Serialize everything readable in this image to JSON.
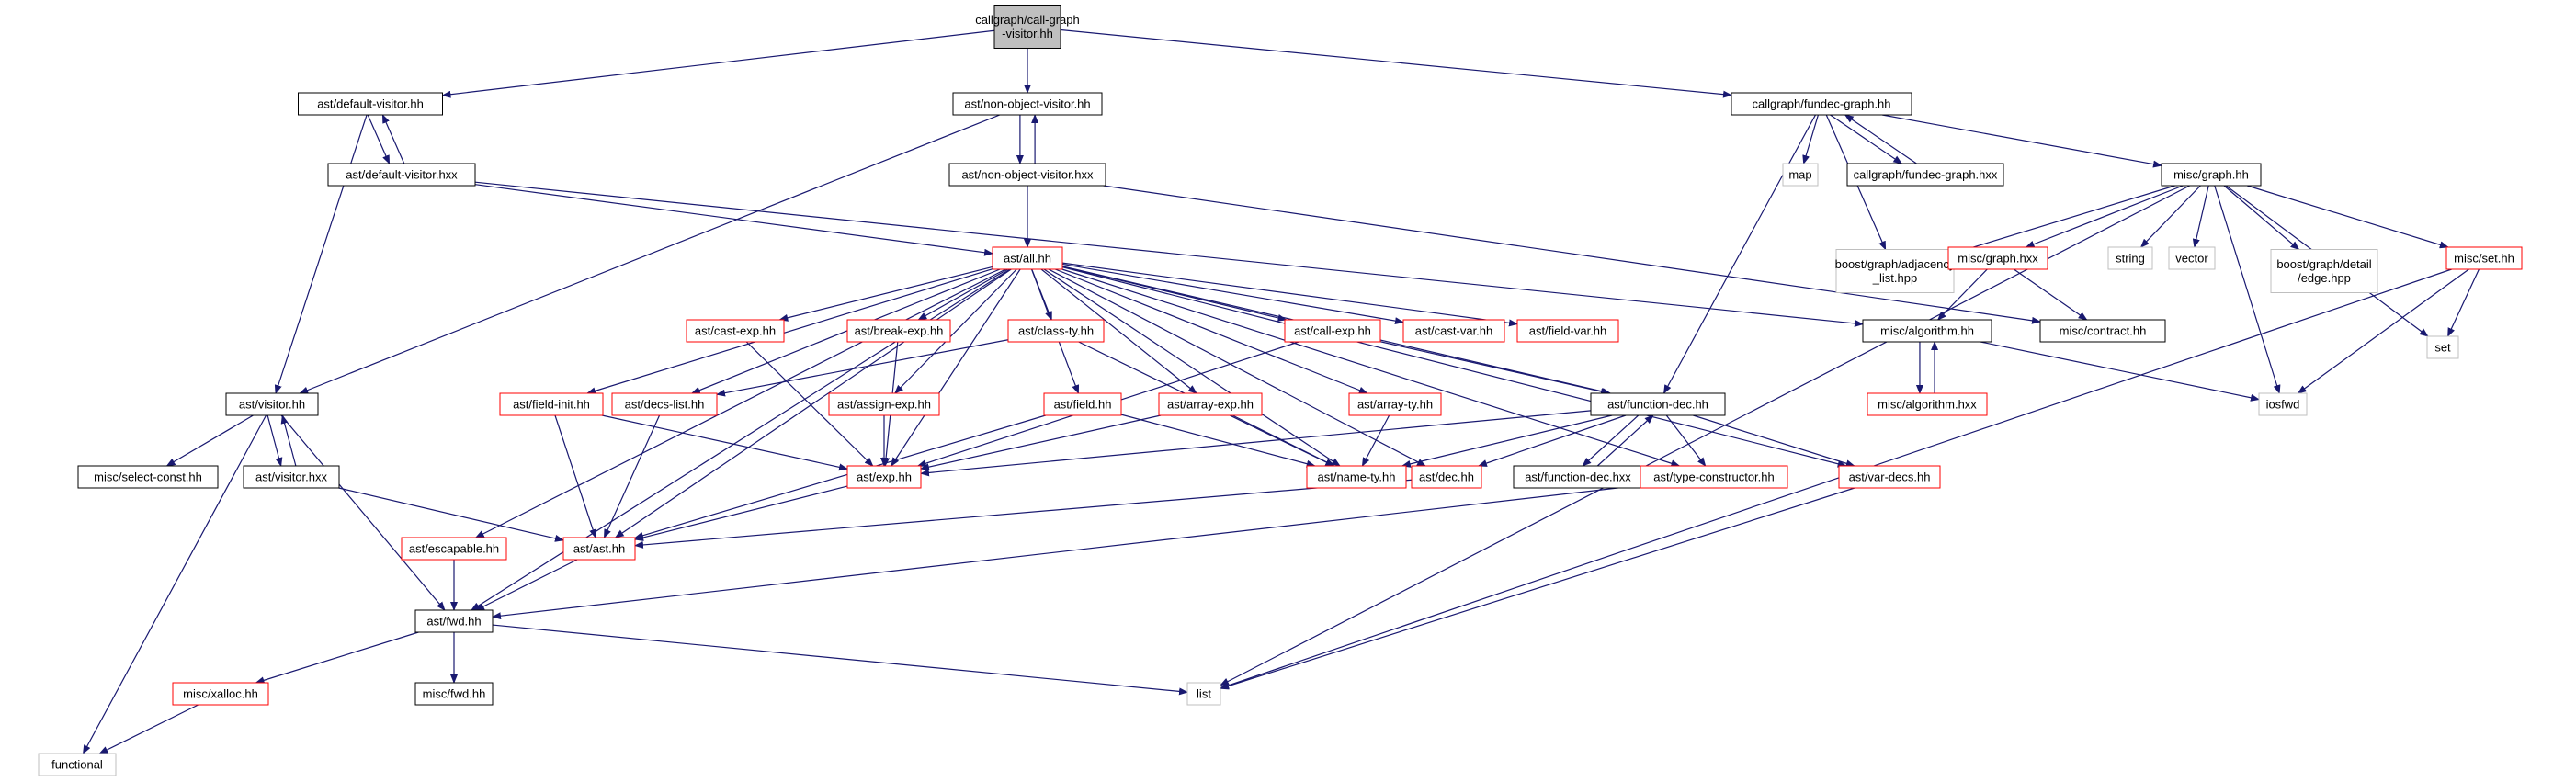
{
  "graph": {
    "colors": {
      "edge": "#191970",
      "border_default": "#000000",
      "border_truncated": "#ff0000",
      "border_external": "#bfbfbf",
      "root_fill": "#bfbfbf",
      "node_fill": "#ffffff"
    },
    "nodes": [
      {
        "id": "root",
        "lines": [
          "callgraph/call-graph",
          "-visitor.hh"
        ],
        "kind": "root"
      },
      {
        "id": "dv",
        "lines": [
          "ast/default-visitor.hh"
        ],
        "kind": "normal"
      },
      {
        "id": "nov",
        "lines": [
          "ast/non-object-visitor.hh"
        ],
        "kind": "normal"
      },
      {
        "id": "fg",
        "lines": [
          "callgraph/fundec-graph.hh"
        ],
        "kind": "normal"
      },
      {
        "id": "dvx",
        "lines": [
          "ast/default-visitor.hxx"
        ],
        "kind": "normal"
      },
      {
        "id": "novx",
        "lines": [
          "ast/non-object-visitor.hxx"
        ],
        "kind": "normal"
      },
      {
        "id": "map",
        "lines": [
          "map"
        ],
        "kind": "external"
      },
      {
        "id": "fgx",
        "lines": [
          "callgraph/fundec-graph.hxx"
        ],
        "kind": "normal"
      },
      {
        "id": "mgraph",
        "lines": [
          "misc/graph.hh"
        ],
        "kind": "normal"
      },
      {
        "id": "all",
        "lines": [
          "ast/all.hh"
        ],
        "kind": "truncated"
      },
      {
        "id": "boostadj",
        "lines": [
          "boost/graph/adjacency",
          "_list.hpp"
        ],
        "kind": "external"
      },
      {
        "id": "mgraphx",
        "lines": [
          "misc/graph.hxx"
        ],
        "kind": "truncated"
      },
      {
        "id": "string",
        "lines": [
          "string"
        ],
        "kind": "external"
      },
      {
        "id": "vector",
        "lines": [
          "vector"
        ],
        "kind": "external"
      },
      {
        "id": "boostedge",
        "lines": [
          "boost/graph/detail",
          "/edge.hpp"
        ],
        "kind": "external"
      },
      {
        "id": "mset",
        "lines": [
          "misc/set.hh"
        ],
        "kind": "truncated"
      },
      {
        "id": "castexp",
        "lines": [
          "ast/cast-exp.hh"
        ],
        "kind": "truncated"
      },
      {
        "id": "breakexp",
        "lines": [
          "ast/break-exp.hh"
        ],
        "kind": "truncated"
      },
      {
        "id": "classty",
        "lines": [
          "ast/class-ty.hh"
        ],
        "kind": "truncated"
      },
      {
        "id": "callexp",
        "lines": [
          "ast/call-exp.hh"
        ],
        "kind": "truncated"
      },
      {
        "id": "castvar",
        "lines": [
          "ast/cast-var.hh"
        ],
        "kind": "truncated"
      },
      {
        "id": "fieldvar",
        "lines": [
          "ast/field-var.hh"
        ],
        "kind": "truncated"
      },
      {
        "id": "malg",
        "lines": [
          "misc/algorithm.hh"
        ],
        "kind": "normal"
      },
      {
        "id": "mcontract",
        "lines": [
          "misc/contract.hh"
        ],
        "kind": "normal"
      },
      {
        "id": "set",
        "lines": [
          "set"
        ],
        "kind": "external"
      },
      {
        "id": "visitor",
        "lines": [
          "ast/visitor.hh"
        ],
        "kind": "normal"
      },
      {
        "id": "fieldinit",
        "lines": [
          "ast/field-init.hh"
        ],
        "kind": "truncated"
      },
      {
        "id": "decslist",
        "lines": [
          "ast/decs-list.hh"
        ],
        "kind": "truncated"
      },
      {
        "id": "assignexp",
        "lines": [
          "ast/assign-exp.hh"
        ],
        "kind": "truncated"
      },
      {
        "id": "field",
        "lines": [
          "ast/field.hh"
        ],
        "kind": "truncated"
      },
      {
        "id": "arrayexp",
        "lines": [
          "ast/array-exp.hh"
        ],
        "kind": "truncated"
      },
      {
        "id": "arrayty",
        "lines": [
          "ast/array-ty.hh"
        ],
        "kind": "truncated"
      },
      {
        "id": "fundec",
        "lines": [
          "ast/function-dec.hh"
        ],
        "kind": "normal"
      },
      {
        "id": "malgx",
        "lines": [
          "misc/algorithm.hxx"
        ],
        "kind": "truncated"
      },
      {
        "id": "iosfwd",
        "lines": [
          "iosfwd"
        ],
        "kind": "external"
      },
      {
        "id": "selectconst",
        "lines": [
          "misc/select-const.hh"
        ],
        "kind": "normal"
      },
      {
        "id": "visitorx",
        "lines": [
          "ast/visitor.hxx"
        ],
        "kind": "normal"
      },
      {
        "id": "exp",
        "lines": [
          "ast/exp.hh"
        ],
        "kind": "truncated"
      },
      {
        "id": "namety",
        "lines": [
          "ast/name-ty.hh"
        ],
        "kind": "truncated"
      },
      {
        "id": "dec",
        "lines": [
          "ast/dec.hh"
        ],
        "kind": "truncated"
      },
      {
        "id": "fundecx",
        "lines": [
          "ast/function-dec.hxx"
        ],
        "kind": "normal"
      },
      {
        "id": "typector",
        "lines": [
          "ast/type-constructor.hh"
        ],
        "kind": "truncated"
      },
      {
        "id": "vardecs",
        "lines": [
          "ast/var-decs.hh"
        ],
        "kind": "truncated"
      },
      {
        "id": "escapable",
        "lines": [
          "ast/escapable.hh"
        ],
        "kind": "truncated"
      },
      {
        "id": "astast",
        "lines": [
          "ast/ast.hh"
        ],
        "kind": "truncated"
      },
      {
        "id": "fwd",
        "lines": [
          "ast/fwd.hh"
        ],
        "kind": "normal"
      },
      {
        "id": "xalloc",
        "lines": [
          "misc/xalloc.hh"
        ],
        "kind": "truncated"
      },
      {
        "id": "mfwd",
        "lines": [
          "misc/fwd.hh"
        ],
        "kind": "normal"
      },
      {
        "id": "list",
        "lines": [
          "list"
        ],
        "kind": "external"
      },
      {
        "id": "functional",
        "lines": [
          "functional"
        ],
        "kind": "external"
      }
    ],
    "edges": [
      [
        "root",
        "dv"
      ],
      [
        "root",
        "nov"
      ],
      [
        "root",
        "fg"
      ],
      [
        "dv",
        "dvx"
      ],
      [
        "dvx",
        "dv"
      ],
      [
        "dv",
        "visitor"
      ],
      [
        "dvx",
        "all"
      ],
      [
        "dvx",
        "malg"
      ],
      [
        "nov",
        "novx"
      ],
      [
        "novx",
        "nov"
      ],
      [
        "nov",
        "visitor"
      ],
      [
        "novx",
        "all"
      ],
      [
        "novx",
        "mcontract"
      ],
      [
        "fg",
        "fundec"
      ],
      [
        "fg",
        "map"
      ],
      [
        "fg",
        "boostadj"
      ],
      [
        "fg",
        "fgx"
      ],
      [
        "fgx",
        "fg"
      ],
      [
        "fg",
        "mgraph"
      ],
      [
        "mgraph",
        "boostadj"
      ],
      [
        "mgraph",
        "mgraphx"
      ],
      [
        "mgraph",
        "string"
      ],
      [
        "mgraph",
        "vector"
      ],
      [
        "mgraph",
        "boostedge"
      ],
      [
        "mgraph",
        "mset"
      ],
      [
        "mgraph",
        "set"
      ],
      [
        "mgraph",
        "iosfwd"
      ],
      [
        "mgraph",
        "list"
      ],
      [
        "mgraphx",
        "malg"
      ],
      [
        "mgraphx",
        "mcontract"
      ],
      [
        "mset",
        "set"
      ],
      [
        "mset",
        "iosfwd"
      ],
      [
        "mset",
        "list"
      ],
      [
        "malg",
        "malgx"
      ],
      [
        "malgx",
        "malg"
      ],
      [
        "malg",
        "iosfwd"
      ],
      [
        "all",
        "castexp"
      ],
      [
        "all",
        "breakexp"
      ],
      [
        "all",
        "classty"
      ],
      [
        "all",
        "callexp"
      ],
      [
        "all",
        "castvar"
      ],
      [
        "all",
        "fieldvar"
      ],
      [
        "all",
        "fieldinit"
      ],
      [
        "all",
        "decslist"
      ],
      [
        "all",
        "assignexp"
      ],
      [
        "all",
        "field"
      ],
      [
        "all",
        "arrayexp"
      ],
      [
        "all",
        "arrayty"
      ],
      [
        "all",
        "fundec"
      ],
      [
        "all",
        "exp"
      ],
      [
        "all",
        "namety"
      ],
      [
        "all",
        "dec"
      ],
      [
        "all",
        "typector"
      ],
      [
        "all",
        "vardecs"
      ],
      [
        "all",
        "escapable"
      ],
      [
        "all",
        "astast"
      ],
      [
        "all",
        "fwd"
      ],
      [
        "castexp",
        "exp"
      ],
      [
        "breakexp",
        "exp"
      ],
      [
        "classty",
        "decslist"
      ],
      [
        "classty",
        "namety"
      ],
      [
        "callexp",
        "exp"
      ],
      [
        "callexp",
        "fundec"
      ],
      [
        "fieldinit",
        "exp"
      ],
      [
        "fieldinit",
        "astast"
      ],
      [
        "decslist",
        "astast"
      ],
      [
        "assignexp",
        "exp"
      ],
      [
        "field",
        "astast"
      ],
      [
        "field",
        "namety"
      ],
      [
        "arrayexp",
        "exp"
      ],
      [
        "arrayexp",
        "namety"
      ],
      [
        "arrayty",
        "namety"
      ],
      [
        "fundec",
        "exp"
      ],
      [
        "fundec",
        "namety"
      ],
      [
        "fundec",
        "dec"
      ],
      [
        "fundec",
        "fundecx"
      ],
      [
        "fundecx",
        "fundec"
      ],
      [
        "fundec",
        "typector"
      ],
      [
        "fundec",
        "vardecs"
      ],
      [
        "exp",
        "astast"
      ],
      [
        "dec",
        "astast"
      ],
      [
        "typector",
        "fwd"
      ],
      [
        "vardecs",
        "list"
      ],
      [
        "visitor",
        "selectconst"
      ],
      [
        "visitor",
        "visitorx"
      ],
      [
        "visitorx",
        "visitor"
      ],
      [
        "visitor",
        "fwd"
      ],
      [
        "visitor",
        "functional"
      ],
      [
        "visitorx",
        "astast"
      ],
      [
        "escapable",
        "fwd"
      ],
      [
        "astast",
        "fwd"
      ],
      [
        "fwd",
        "xalloc"
      ],
      [
        "fwd",
        "mfwd"
      ],
      [
        "fwd",
        "list"
      ],
      [
        "xalloc",
        "functional"
      ]
    ]
  }
}
